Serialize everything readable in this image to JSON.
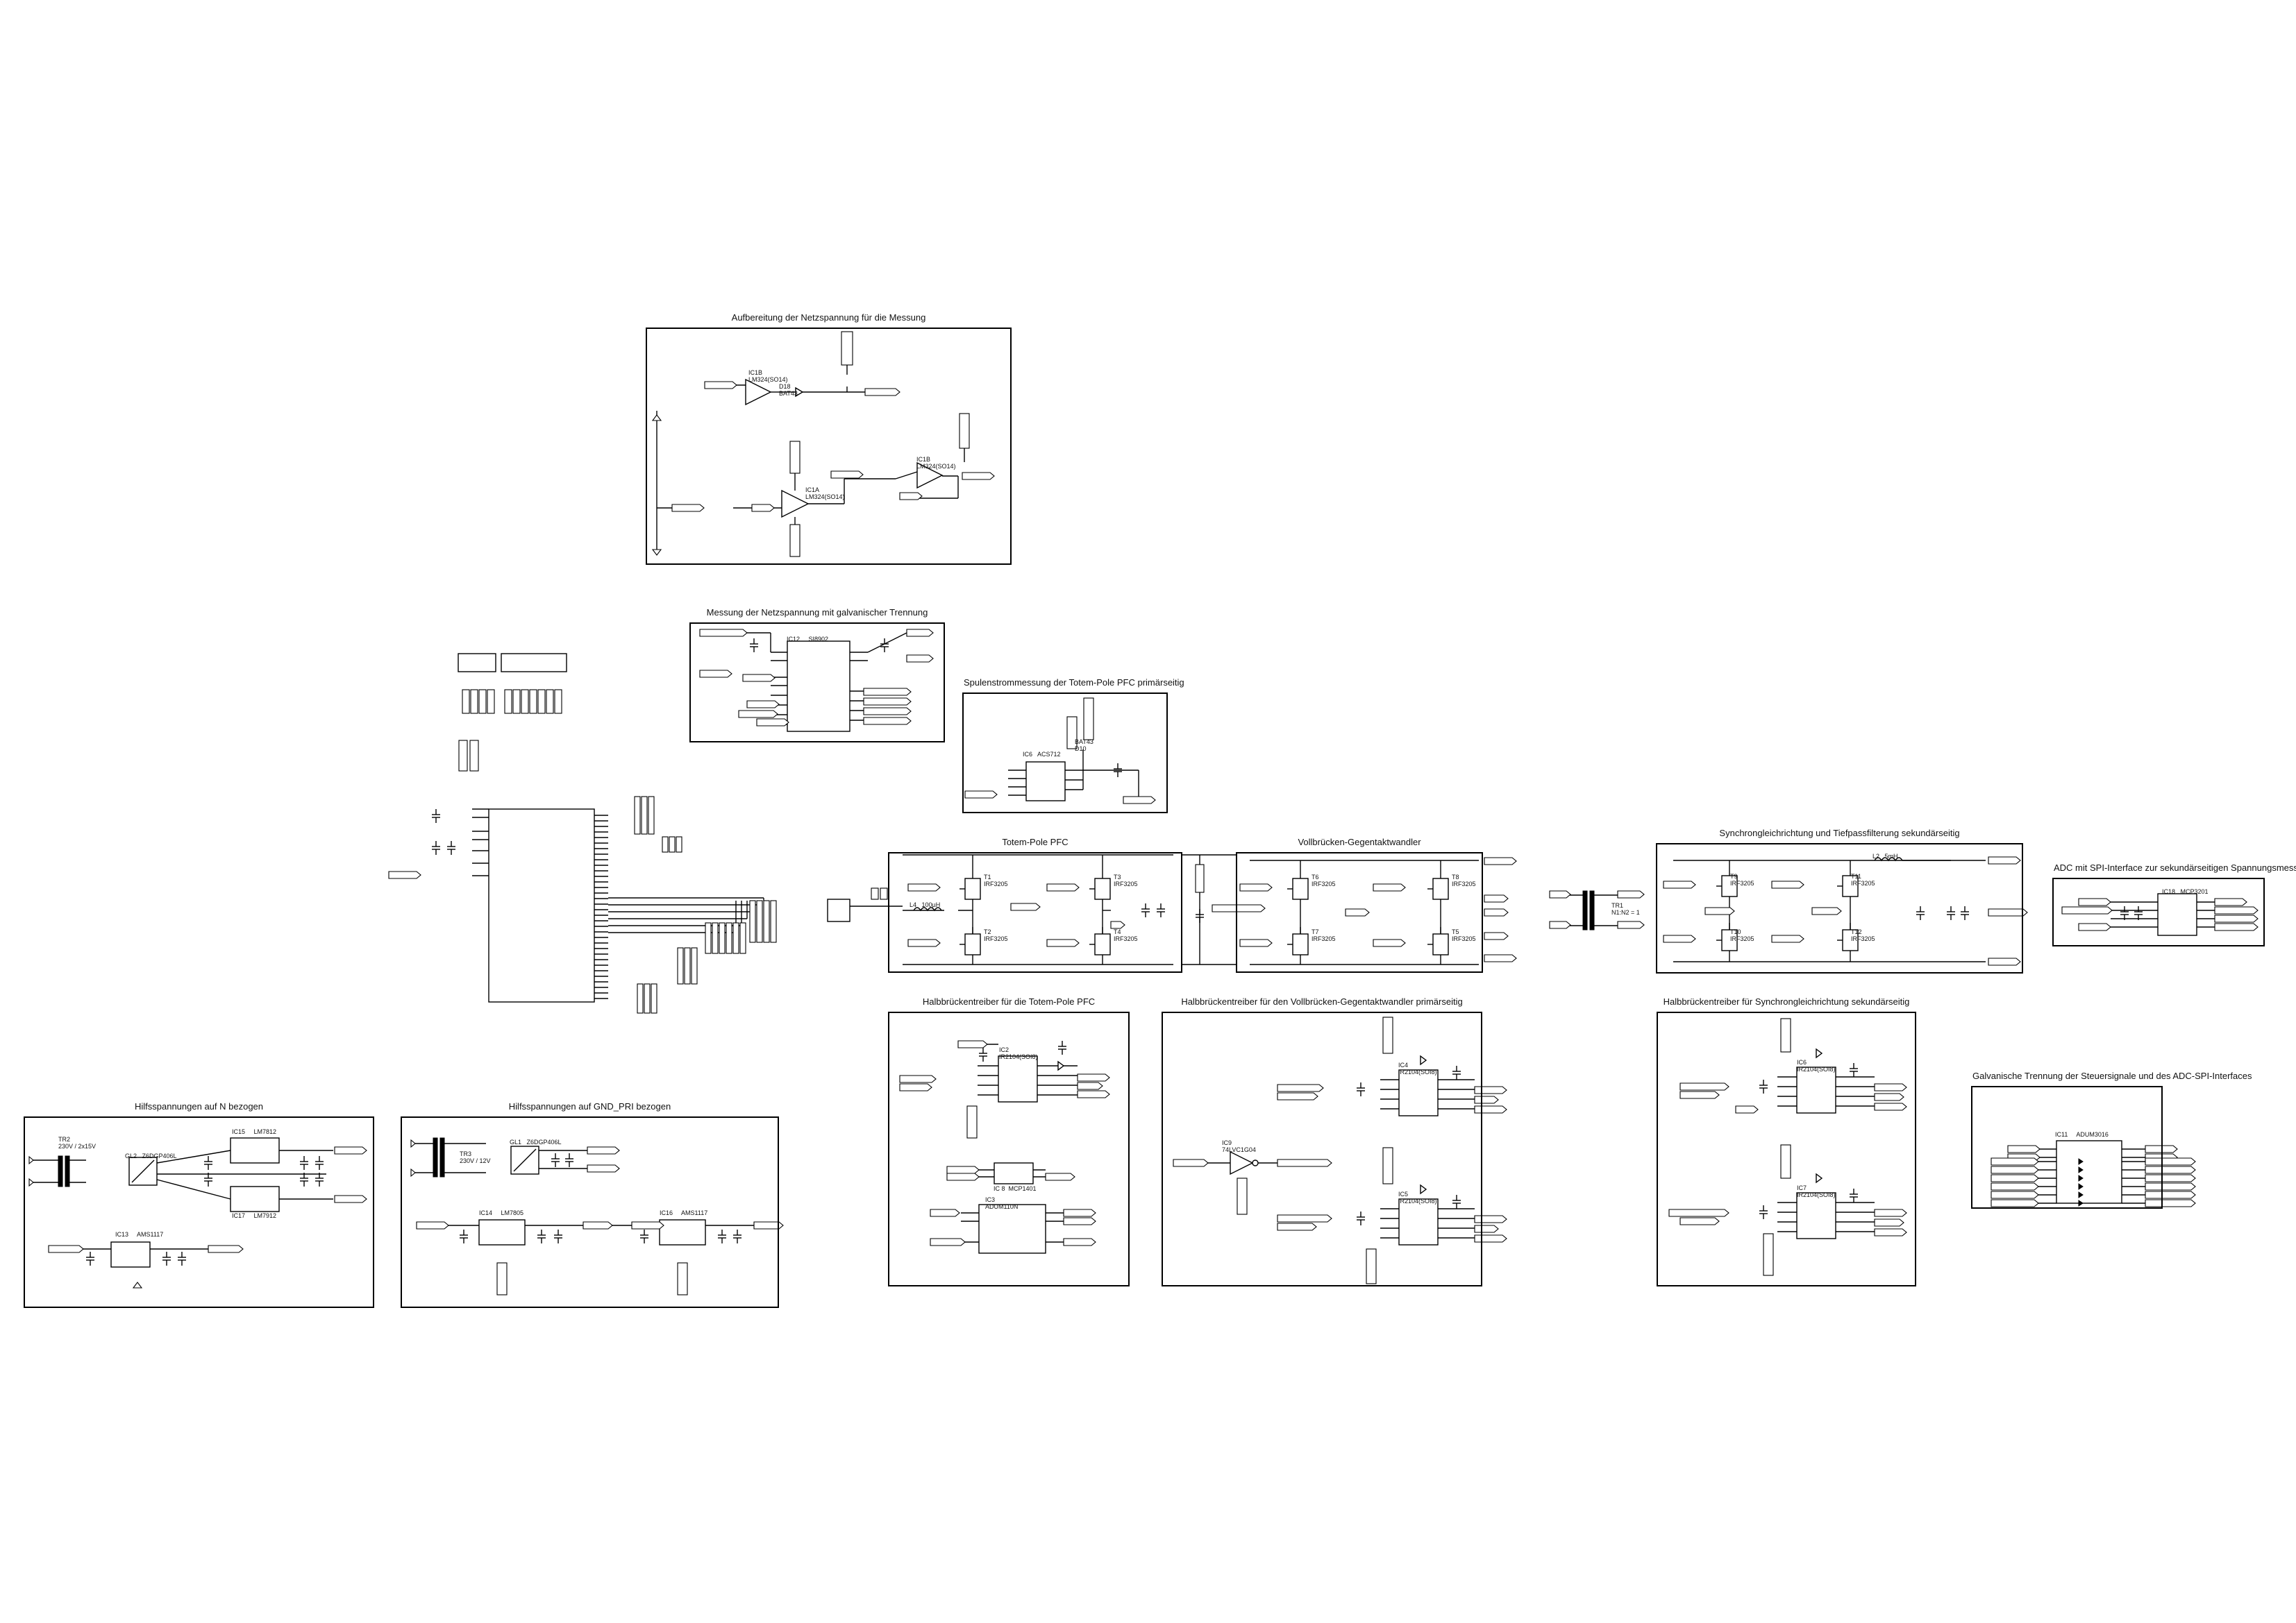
{
  "sheet": {
    "sections": {
      "netz_aufbereitung": "Aufbereitung der Netzspannung für die Messung",
      "netz_messung": "Messung der Netzspannung mit galvanischer Trennung",
      "spulenstrom": "Spulenstrommessung der Totem-Pole PFC primärseitig",
      "totem_pole": "Totem-Pole PFC",
      "vollbruecke": "Vollbrücken-Gegentaktwandler",
      "synchron": "Synchrongleichrichtung und Tiefpassfilterung sekundärseitig",
      "adc_spi": "ADC mit SPI-Interface zur sekundärseitigen Spannungsmessung",
      "hb_pfc": "Halbbrückentreiber für die Totem-Pole PFC",
      "hb_voll": "Halbbrückentreiber für den Vollbrücken-Gegentaktwandler primärseitig",
      "hb_sync": "Halbbrückentreiber für Synchrongleichrichtung sekundärseitig",
      "galv": "Galvanische Trennung der Steuersignale und des ADC-SPI-Interfaces",
      "hilf_n": "Hilfsspannungen auf N bezogen",
      "hilf_gnd": "Hilfsspannungen auf GND_PRI bezogen"
    },
    "parts": {
      "ic1b_top": "IC1B\nLM324(SO14)",
      "d18": "D18\nBAT43",
      "ic1a": "IC1A\nLM324(SO14)",
      "ic1b_out": "IC1B\nLM324(SO14)",
      "ic12": "IC12     SI8902",
      "ic6": "IC6   ACS712",
      "d10": "BAT43\nD10",
      "ic18": "IC18   MCP3201",
      "ic2": "IC2\nIR2104(SOI8)",
      "ic8": "IC 8  MCP1401",
      "ic3": "IC3\nADUM110N",
      "ic4": "IC4\nIR2104(SOI8)",
      "ic5": "IC5\nIR2104(SOI8)",
      "ic9": "IC9\n74LVC1G04",
      "ic6_hb": "IC6\nIR2104(SOI8)",
      "ic7": "IC7\nIR2104(SOI8)",
      "ic11": "IC11     ADUM3016",
      "ic15": "IC15     LM7812",
      "ic17": "IC17     LM7912",
      "ic13": "IC13     AMS1117",
      "ic14": "IC14     LM7805",
      "ic16": "IC16     AMS1117",
      "t1": "T1\nIRF3205",
      "t2": "T2\nIRF3205",
      "t3": "T3\nIRF3205",
      "t4": "T4\nIRF3205",
      "t5": "T5\nIRF3205",
      "t6": "T6\nIRF3205",
      "t7": "T7\nIRF3205",
      "t8": "T8\nIRF3205",
      "t9": "T9\nIRF3205",
      "t10": "T10\nIRF3205",
      "t11": "T11\nIRF3205",
      "t12": "T12\nIRF3205",
      "tr1": "TR1\nN1:N2 = 1",
      "tr2": "TR2\n230V / 2x15V",
      "tr3": "TR3\n230V / 12V",
      "gl2": "GL2   Z6DGP406L",
      "gl1": "GL1   Z6DGP406L",
      "l4": "L4   100µH",
      "l2": "L2   5mH"
    }
  }
}
